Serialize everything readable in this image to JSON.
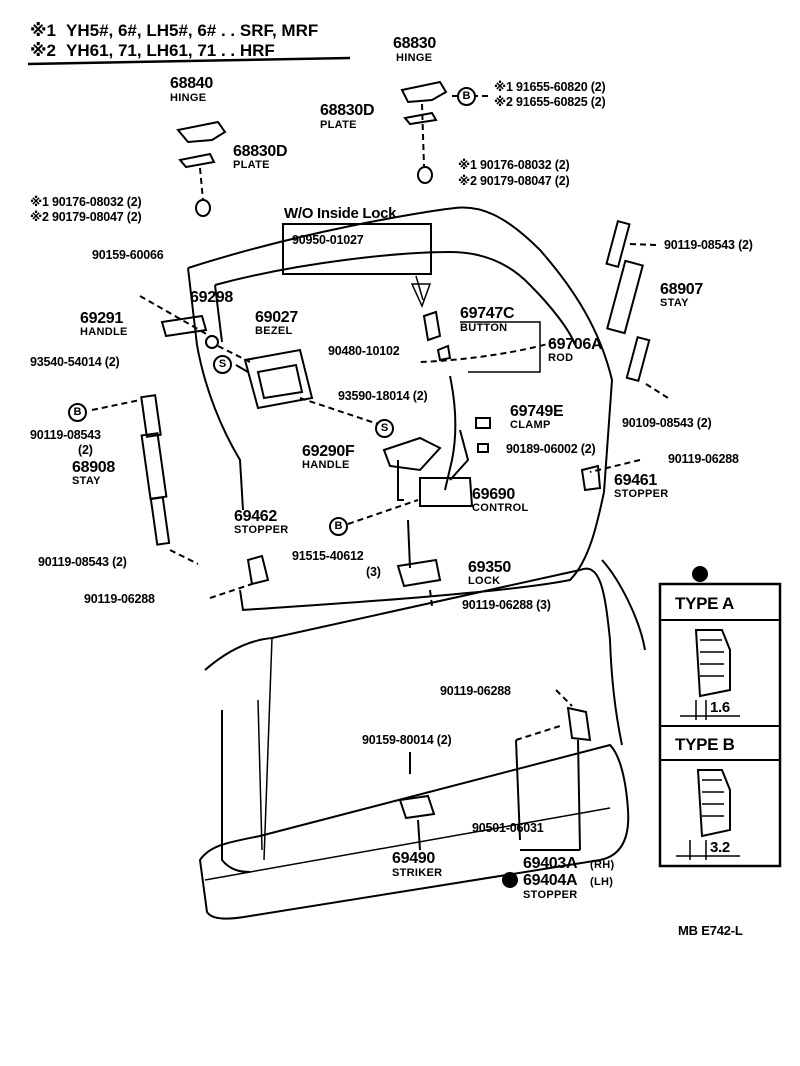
{
  "header": {
    "note1_mark": "※1",
    "note1_text": "YH5#, 6#, LH5#, 6# . . SRF, MRF",
    "note2_mark": "※2",
    "note2_text": "YH61, 71, LH61, 71 . . HRF"
  },
  "parts": {
    "p68830": {
      "num": "68830",
      "name": "HINGE"
    },
    "p68830d": {
      "num": "68830D",
      "name": "PLATE"
    },
    "p68840": {
      "num": "68840",
      "name": "HINGE"
    },
    "p68830d_left": {
      "num": "68830D",
      "name": "PLATE"
    },
    "bolt_hinge_r1": "※1 91655-60820 (2)",
    "bolt_hinge_r2": "※2 91655-60825 (2)",
    "nut_r1": "※1  90176-08032 (2)",
    "nut_r2": "※2  90179-08047 (2)",
    "nut_l1": "※1 90176-08032 (2)",
    "nut_l2": "※2  90179-08047 (2)",
    "wo_inside_lock": "W/O Inside Lock",
    "p90950": "90950-01027",
    "p90159_60066": "90159-60066",
    "p69298": "69298",
    "p69291": {
      "num": "69291",
      "name": "HANDLE"
    },
    "p69027": {
      "num": "69027",
      "name": "BEZEL"
    },
    "p93540": "93540-54014 (2)",
    "p69747c": {
      "num": "69747C",
      "name": "BUTTON"
    },
    "p90480": "90480-10102",
    "p69706a": {
      "num": "69706A",
      "name": "ROD"
    },
    "p93590": "93590-18014 (2)",
    "p69749e": {
      "num": "69749E",
      "name": "CLAMP"
    },
    "p90189": "90189-06002 (2)",
    "p69290f": {
      "num": "69290F",
      "name": "HANDLE"
    },
    "p69690": {
      "num": "69690",
      "name": "CONTROL"
    },
    "p90119_08543_r": "90119-08543 (2)",
    "p68907": {
      "num": "68907",
      "name": "STAY"
    },
    "p90109_08543": "90109-08543 (2)",
    "p90119_06288_r": "90119-06288",
    "p69461": {
      "num": "69461",
      "name": "STOPPER"
    },
    "p90119_08543_l1": "90119-08543",
    "p90119_08543_l2": "(2)",
    "p68908": {
      "num": "68908",
      "name": "STAY"
    },
    "p69462": {
      "num": "69462",
      "name": "STOPPER"
    },
    "p91515_1": "91515-40612",
    "p91515_2": "(3)",
    "p69350": {
      "num": "69350",
      "name": "LOCK"
    },
    "p90119_08543_l3": "90119-08543 (2)",
    "p90119_06288_l": "90119-06288",
    "p90119_06288_3": "90119-06288 (3)",
    "p90119_06288_low": "90119-06288",
    "p90159_80014": "90159-80014 (2)",
    "p90501": "90501-06031",
    "p69490": {
      "num": "69490",
      "name": "STRIKER"
    },
    "p69403a": "69403A",
    "p69403a_side": "(RH)",
    "p69404a": "69404A",
    "p69404a_side": "(LH)",
    "stopper_label": "STOPPER"
  },
  "markers": {
    "b": "B",
    "s": "S"
  },
  "inset": {
    "type_a": "TYPE A",
    "dim_a": "1.6",
    "type_b": "TYPE B",
    "dim_b": "3.2"
  },
  "footer": {
    "code": "MB  E742-L"
  }
}
